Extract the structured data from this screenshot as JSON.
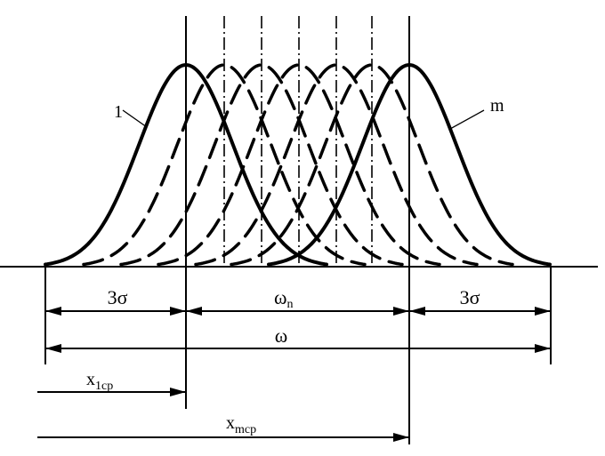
{
  "labels": {
    "curve_first": "1",
    "curve_last": "m",
    "left_spread": "3σ",
    "middle_spread_main": "ω",
    "middle_spread_sub": "n",
    "right_spread": "3σ",
    "total_spread": "ω",
    "x1_main": "x",
    "x1_sub": "1ср",
    "xm_main": "x",
    "xm_sub": "mср"
  },
  "colors": {
    "ink": "#000000",
    "background": "#ffffff"
  }
}
